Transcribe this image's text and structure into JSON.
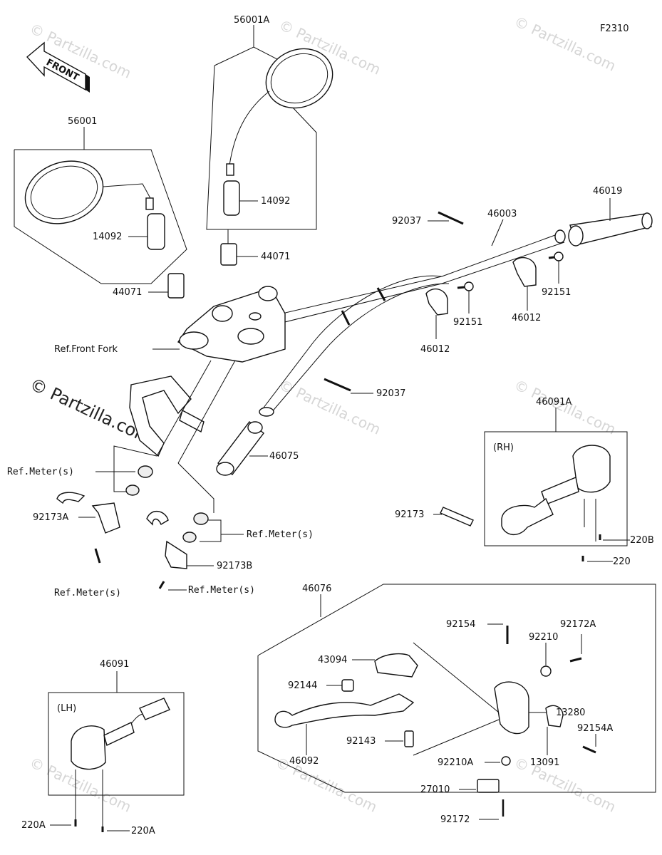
{
  "figure_code": "F2310",
  "front_label": "FRONT",
  "watermark": "© Partzilla.com",
  "callouts": {
    "p56001A": "56001A",
    "p56001": "56001",
    "p14092_a": "14092",
    "p14092_b": "14092",
    "p44071_a": "44071",
    "p44071_b": "44071",
    "p46019": "46019",
    "p92037_a": "92037",
    "p46003": "46003",
    "p92151_a": "92151",
    "p92151_b": "92151",
    "p46012_a": "46012",
    "p46012_b": "46012",
    "ref_front_fork": "Ref.Front Fork",
    "p92037_b": "92037",
    "p46091A": "46091A",
    "rh": "(RH)",
    "p46075": "46075",
    "ref_meter_1": "Ref.Meter(s)",
    "p92173A": "92173A",
    "ref_meter_2": "Ref.Meter(s)",
    "p92173": "92173",
    "p92173B": "92173B",
    "ref_meter_3": "Ref.Meter(s)",
    "ref_meter_4": "Ref.Meter(s)",
    "p220B": "220B",
    "p220": "220",
    "p46076": "46076",
    "p92154": "92154",
    "p92172A": "92172A",
    "p92210": "92210",
    "p43094": "43094",
    "p92144": "92144",
    "p13280": "13280",
    "p92143": "92143",
    "p92154A": "92154A",
    "p46092": "46092",
    "p92210A": "92210A",
    "p13091": "13091",
    "p27010": "27010",
    "p92172": "92172",
    "p46091": "46091",
    "lh": "(LH)",
    "p220A_a": "220A",
    "p220A_b": "220A"
  }
}
